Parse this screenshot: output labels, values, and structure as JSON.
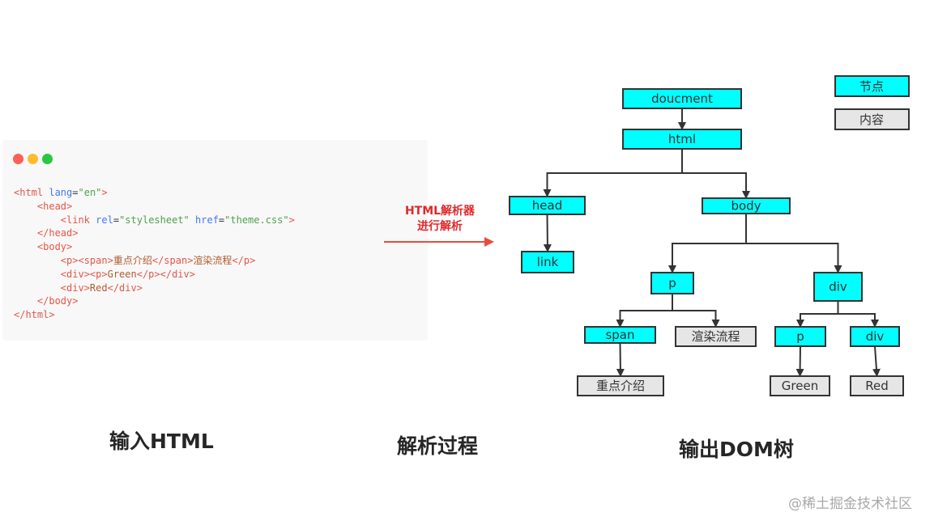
{
  "code_window": {
    "lines": [
      [
        [
          "tag",
          "<html "
        ],
        [
          "attr",
          "lang"
        ],
        [
          "pun",
          "="
        ],
        [
          "str",
          "\"en\""
        ],
        [
          "tag",
          ">"
        ]
      ],
      [
        [
          "pun",
          "    "
        ],
        [
          "tag",
          "<head>"
        ]
      ],
      [
        [
          "pun",
          "        "
        ],
        [
          "tag",
          "<link "
        ],
        [
          "attr",
          "rel"
        ],
        [
          "pun",
          "="
        ],
        [
          "str",
          "\"stylesheet\""
        ],
        [
          "pun",
          " "
        ],
        [
          "attr",
          "href"
        ],
        [
          "pun",
          "="
        ],
        [
          "str",
          "\"theme.css\""
        ],
        [
          "tag",
          ">"
        ]
      ],
      [
        [
          "pun",
          "    "
        ],
        [
          "tag",
          "</head>"
        ]
      ],
      [
        [
          "pun",
          "    "
        ],
        [
          "tag",
          "<body>"
        ]
      ],
      [
        [
          "pun",
          "        "
        ],
        [
          "tag",
          "<p><span>"
        ],
        [
          "txt",
          "重点介绍"
        ],
        [
          "tag",
          "</span>"
        ],
        [
          "txt",
          "渲染流程"
        ],
        [
          "tag",
          "</p>"
        ]
      ],
      [
        [
          "pun",
          "        "
        ],
        [
          "tag",
          "<div><p>"
        ],
        [
          "txt",
          "Green"
        ],
        [
          "tag",
          "</p></div>"
        ]
      ],
      [
        [
          "pun",
          "        "
        ],
        [
          "tag",
          "<div>"
        ],
        [
          "txt",
          "Red"
        ],
        [
          "tag",
          "</div>"
        ]
      ],
      [
        [
          "pun",
          "    "
        ],
        [
          "tag",
          "</body>"
        ]
      ],
      [
        [
          "tag",
          "</html>"
        ]
      ]
    ]
  },
  "arrow_label": {
    "line1": "HTML解析器",
    "line2": "进行解析"
  },
  "captions": {
    "input": "输入HTML",
    "process": "解析过程",
    "output": "输出DOM树"
  },
  "legend": {
    "node": "节点",
    "content": "内容"
  },
  "colors": {
    "node_fill": "#00ffff",
    "content_fill": "#e6e6e6",
    "arrow_red": "#e84c3d",
    "label_red": "#e0282b"
  },
  "tree": {
    "nodes": [
      {
        "id": "document",
        "label": "doucment",
        "kind": "node"
      },
      {
        "id": "html",
        "label": "html",
        "kind": "node"
      },
      {
        "id": "head",
        "label": "head",
        "kind": "node"
      },
      {
        "id": "body",
        "label": "body",
        "kind": "node"
      },
      {
        "id": "link",
        "label": "link",
        "kind": "node"
      },
      {
        "id": "p1",
        "label": "p",
        "kind": "node"
      },
      {
        "id": "div1",
        "label": "div",
        "kind": "node"
      },
      {
        "id": "span",
        "label": "span",
        "kind": "node"
      },
      {
        "id": "render_text",
        "label": "渲染流程",
        "kind": "content"
      },
      {
        "id": "p2",
        "label": "p",
        "kind": "node"
      },
      {
        "id": "div2",
        "label": "div",
        "kind": "node"
      },
      {
        "id": "key_text",
        "label": "重点介绍",
        "kind": "content"
      },
      {
        "id": "green_text",
        "label": "Green",
        "kind": "content"
      },
      {
        "id": "red_text",
        "label": "Red",
        "kind": "content"
      }
    ],
    "edges": [
      [
        "document",
        "html"
      ],
      [
        "html",
        "head"
      ],
      [
        "html",
        "body"
      ],
      [
        "head",
        "link"
      ],
      [
        "body",
        "p1"
      ],
      [
        "body",
        "div1"
      ],
      [
        "p1",
        "span"
      ],
      [
        "p1",
        "render_text"
      ],
      [
        "span",
        "key_text"
      ],
      [
        "div1",
        "p2"
      ],
      [
        "div1",
        "div2"
      ],
      [
        "p2",
        "green_text"
      ],
      [
        "div2",
        "red_text"
      ]
    ]
  },
  "watermark": "@稀土掘金技术社区"
}
